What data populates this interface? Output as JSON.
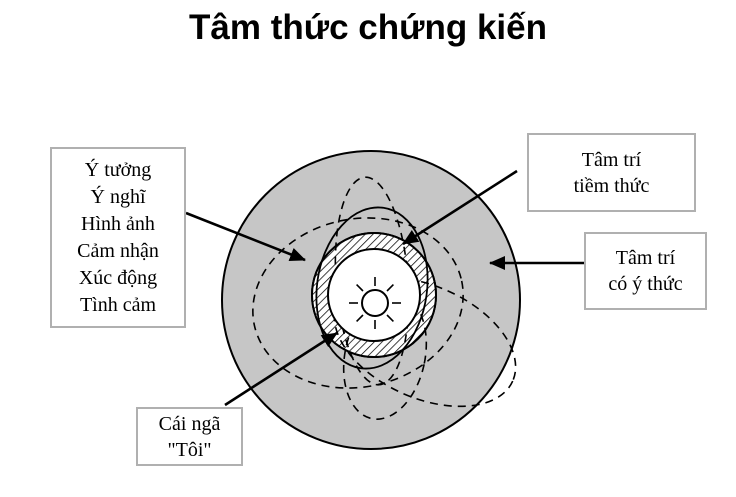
{
  "title": "Tâm thức chứng kiến",
  "boxes": {
    "qualities": {
      "lines": [
        "Ý tưởng",
        "Ý nghĩ",
        "Hình ảnh",
        "Cảm nhận",
        "Xúc động",
        "Tình cảm"
      ]
    },
    "subconscious": {
      "lines": [
        "Tâm trí",
        "tiềm thức"
      ]
    },
    "conscious": {
      "lines": [
        "Tâm trí",
        "có ý thức"
      ]
    },
    "ego": {
      "lines": [
        "Cái ngã",
        "\"Tôi\""
      ]
    }
  },
  "icons": {
    "center": "sun-icon"
  },
  "colors": {
    "background": "#ffffff",
    "disc_fill": "#c6c6c6",
    "line": "#000000",
    "box_border": "#b0b0b0",
    "ring_background": "#ffffff"
  }
}
